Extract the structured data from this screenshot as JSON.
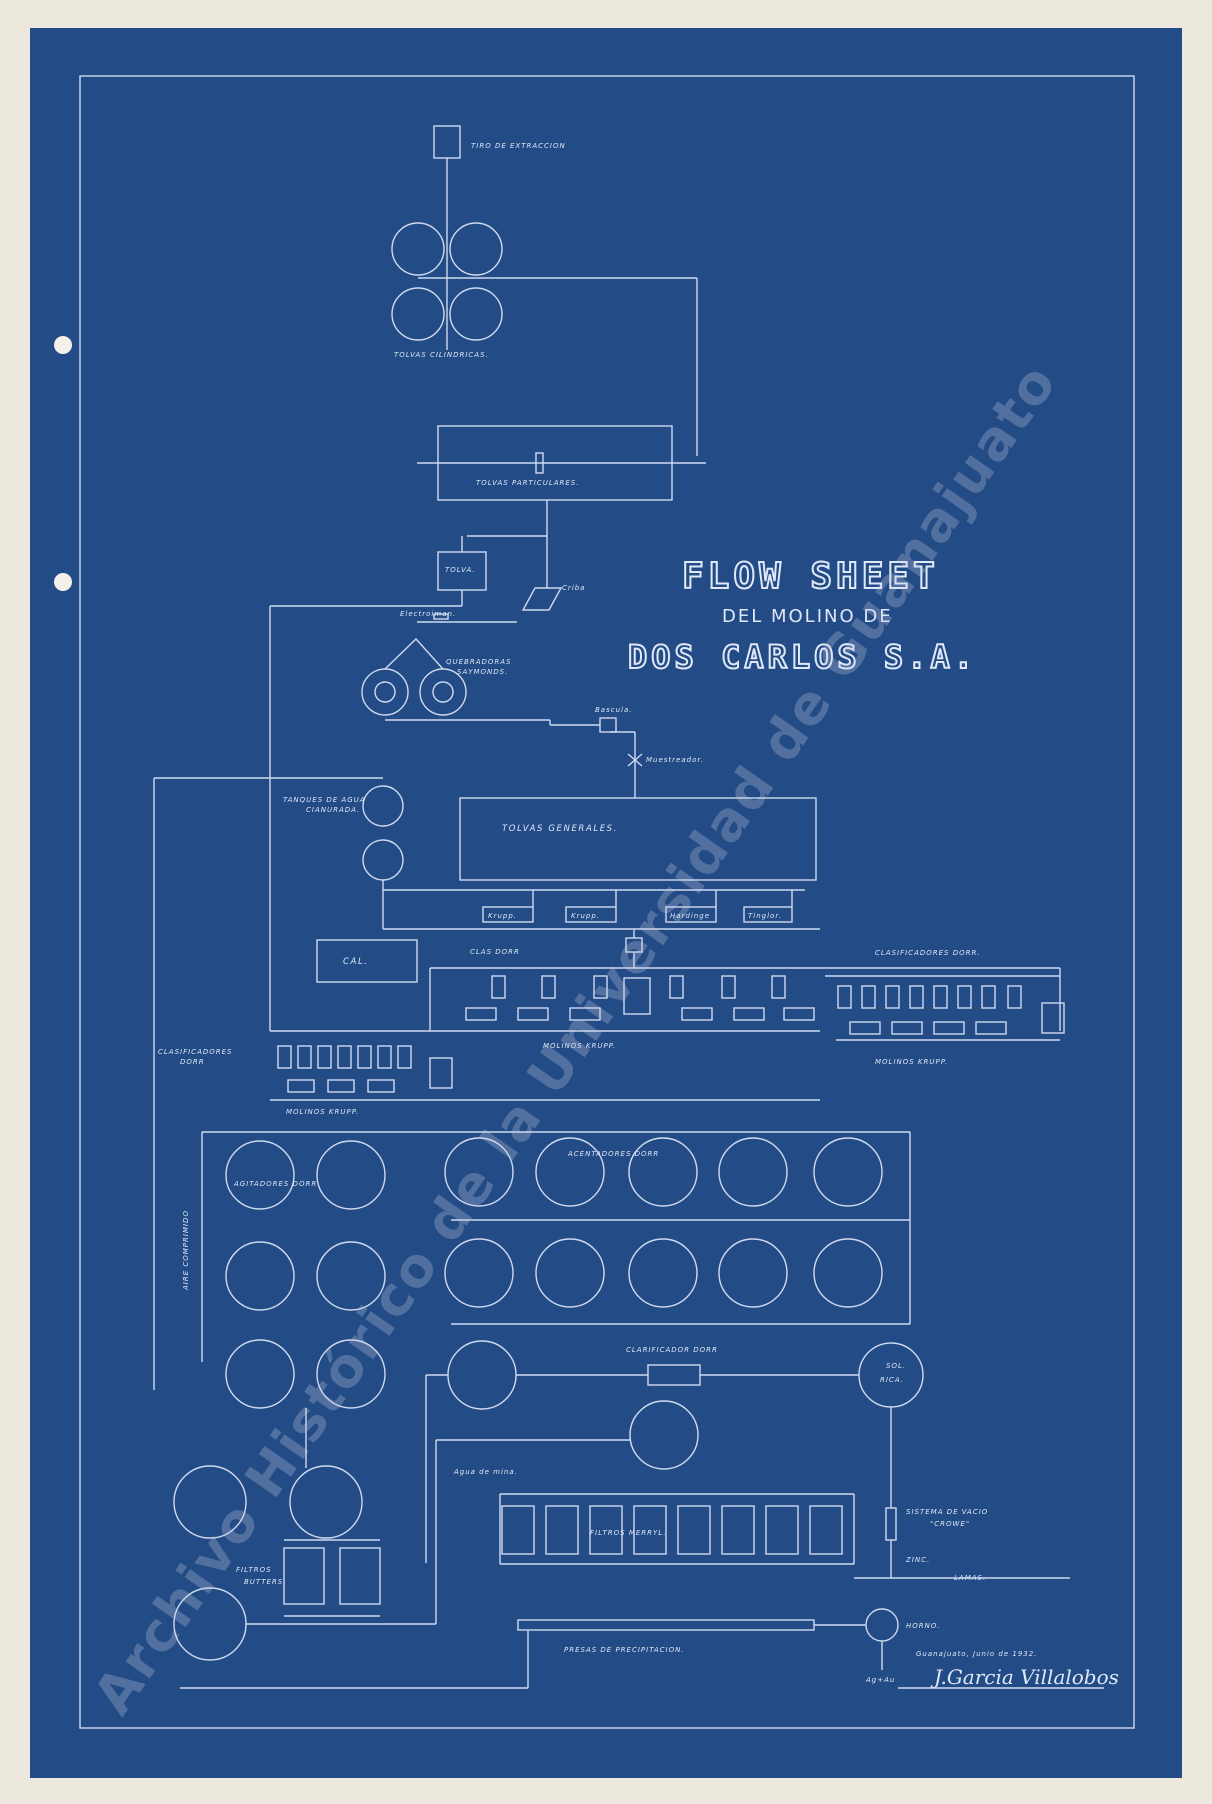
{
  "title": {
    "line1": "FLOW SHEET",
    "line2": "DEL MOLINO DE",
    "line3": "DOS CARLOS S.A."
  },
  "labels": {
    "tiro": "TIRO DE EXTRACCION",
    "tolvas_cil": "TOLVAS CILINDRICAS.",
    "tolvas_part": "TOLVAS PARTICULARES.",
    "tolva": "TOLVA.",
    "criba": "Criba",
    "electroiman": "Electroiman.",
    "quebradoras": "QUEBRADORAS",
    "symonds": "SAYMONDS.",
    "bascula": "Bascula.",
    "muestreador": "Muestreador.",
    "tanques_1": "TANQUES DE AGUA",
    "tanques_2": "CIANURADA.",
    "tolvas_gen": "TOLVAS GENERALES.",
    "krupp1": "Krupp.",
    "krupp2": "Krupp.",
    "hardinge": "Hardinge",
    "tinglor": "Tinglor.",
    "cal": "CAL.",
    "clas_dorr": "CLAS DORR",
    "clasif_dorr_r": "CLASIFICADORES DORR.",
    "clasif_dorr_l1": "CLASIFICADORES",
    "clasif_dorr_l2": "DORR",
    "molinos_krupp_c": "MOLINOS KRUPP.",
    "molinos_krupp_r": "MOLINOS KRUPP.",
    "molinos_krupp_l": "MOLINOS KRUPP.",
    "aire": "AIRE COMPRIMIDO",
    "agitadores": "AGITADORES DORR",
    "acentadores": "ACENTADORES DORR",
    "clarificador": "CLARIFICADOR DORR",
    "sol_rica_1": "SOL.",
    "sol_rica_2": "RICA.",
    "agua_mina": "Agua de mina.",
    "filtros_merryl": "FILTROS MERRYL.",
    "sistema_vacio_1": "SISTEMA DE VACIO",
    "sistema_vacio_2": "\"CROWE\"",
    "zinc": "ZINC.",
    "lamas": "LAMAS.",
    "filtros_butters_1": "FILTROS",
    "filtros_butters_2": "BUTTERS.",
    "horno": "HORNO.",
    "presas": "PRESAS DE PRECIPITACION.",
    "agau": "Ag+Au",
    "fecha": "Guanajuato, Junio de 1932.",
    "firma": "J.Garcia Villalobos"
  },
  "watermark": "Archivo Histórico de la Universidad de Guanajuato",
  "colors": {
    "blueprint": "#234b86",
    "line": "#cfdaf0",
    "paper": "#ece8dd"
  }
}
